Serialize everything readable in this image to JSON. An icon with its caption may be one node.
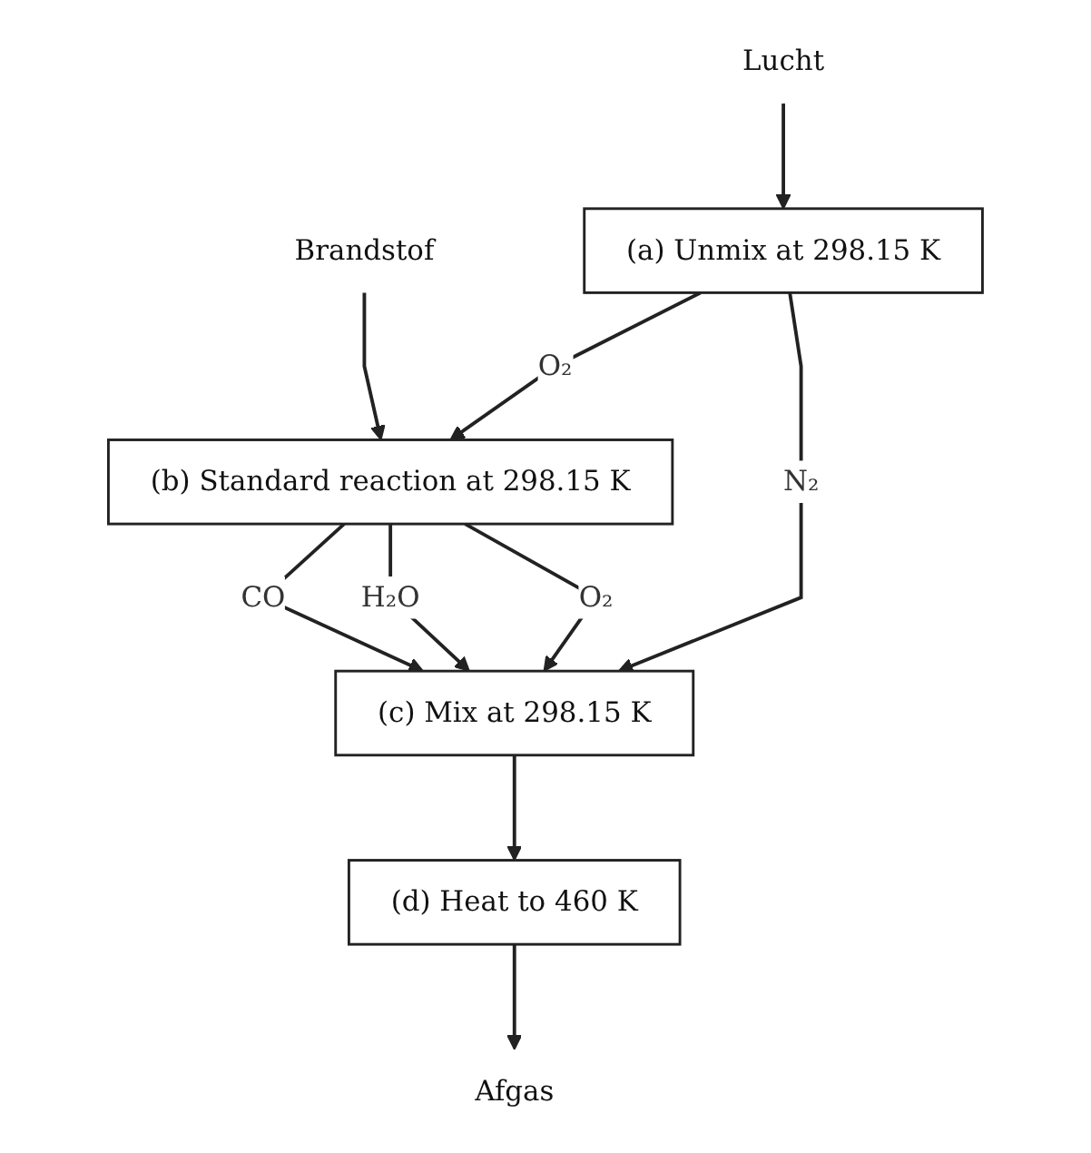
{
  "diagram": {
    "nodes": [
      {
        "text": [
          "Brandstof"
        ]
      },
      {
        "text": [
          "Lucht"
        ]
      },
      {
        "text": [
          "(a) Unmix at 298.15 K"
        ]
      },
      {
        "text": [
          "(b) Standard reaction at 298.15 K"
        ]
      },
      {
        "text": [
          "(c) Mix at 298.15 K"
        ]
      },
      {
        "text": [
          "(d) Heat to 460 K"
        ]
      },
      {
        "text": [
          "Afgas"
        ]
      }
    ],
    "edges": [
      {
        "from": 0,
        "to": 3,
        "arrow": "to"
      },
      {
        "from": 1,
        "to": 2,
        "arrow": "to"
      },
      {
        "from": 2,
        "to": 3,
        "arrow": "to",
        "label": "O₂"
      },
      {
        "from": 2,
        "to": 4,
        "arrow": "to",
        "label": "N₂"
      },
      {
        "from": 3,
        "to": 4,
        "arrow": "to",
        "label": "CO"
      },
      {
        "from": 3,
        "to": 4,
        "arrow": "to",
        "label": "H₂O"
      },
      {
        "from": 3,
        "to": 4,
        "arrow": "to",
        "label": "O₂"
      },
      {
        "from": 4,
        "to": 5,
        "arrow": "to"
      },
      {
        "from": 5,
        "to": 6,
        "arrow": "to"
      }
    ]
  }
}
